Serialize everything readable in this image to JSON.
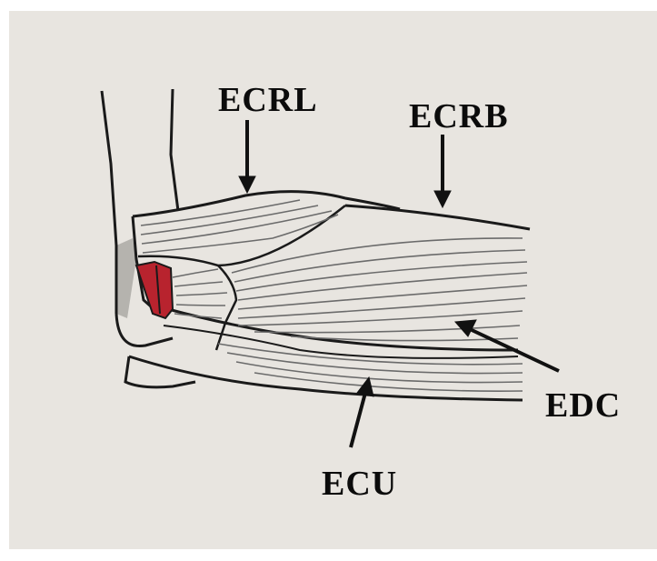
{
  "labels": {
    "ecrl": "ECRL",
    "ecrb": "ECRB",
    "edc": "EDC",
    "ecu": "ECU"
  },
  "colors": {
    "paper": "#e8e5e0",
    "ink": "#1a1a1a",
    "fibers": "#6b6b6b",
    "lesion": "#b8232e",
    "bone_shadow": "#b5b3ae"
  }
}
